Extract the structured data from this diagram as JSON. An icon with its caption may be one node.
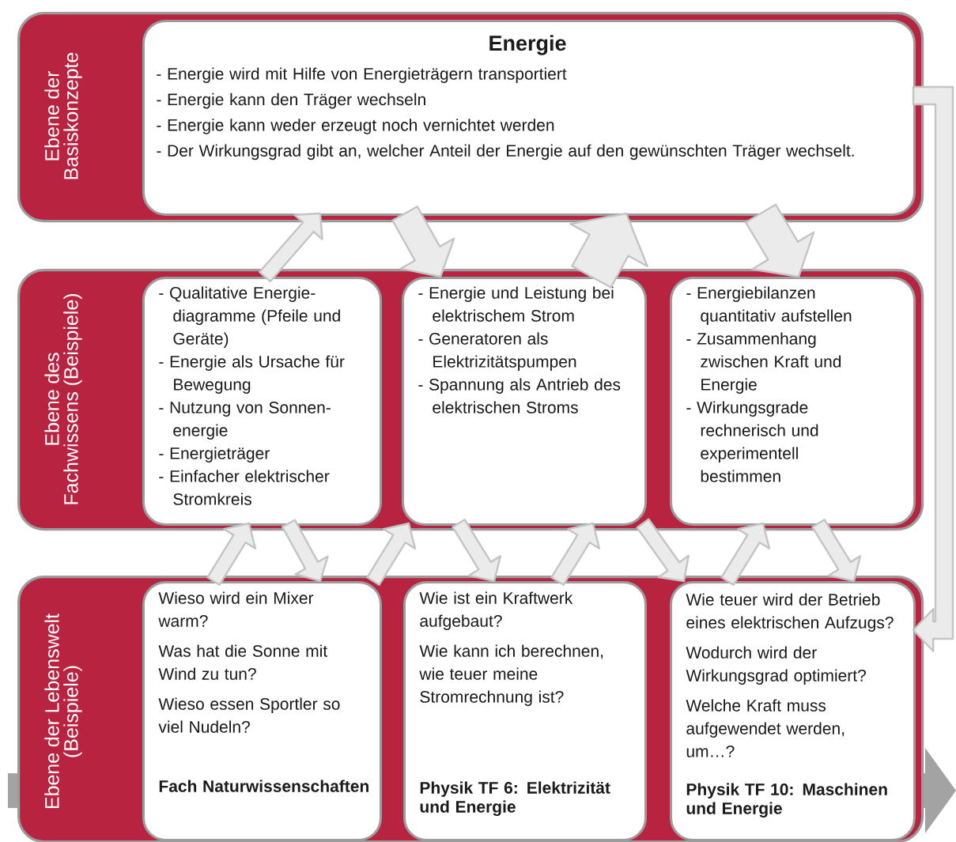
{
  "diagram": {
    "nodes": [
      {
        "text": [
          "Ebene der Basiskonzepte"
        ]
      },
      {
        "text": [
          "Energie",
          "- Energie wird mit Hilfe von Energieträgern transportiert",
          "- Energie kann den Träger wechseln",
          "- Energie kann weder erzeugt noch vernichtet werden",
          "- Der Wirkungsgrad gibt an, welcher Anteil der Energie auf den gewünschten Träger wechselt."
        ],
        "in": 0
      },
      {
        "text": [
          "Ebene des Fachwissens (Beispiele)"
        ]
      },
      {
        "text": [
          "- Qualitative Energie-diagramme (Pfeile und Geräte)",
          "- Energie als Ursache für Bewegung",
          "- Nutzung von Sonnen-energie",
          "- Energieträger",
          "- Einfacher elektrischer Stromkreis"
        ],
        "in": 2
      },
      {
        "text": [
          "- Energie und Leistung bei elektrischem Strom",
          "- Generatoren als Elektrizitätspumpen",
          "- Spannung als Antrieb des elektrischen Stroms"
        ],
        "in": 2
      },
      {
        "text": [
          "- Energiebilanzen quantitativ aufstellen",
          "- Zusammenhang zwischen Kraft und Energie",
          "- Wirkungsgrade rechnerisch und experimentell bestimmen"
        ],
        "in": 2
      },
      {
        "text": [
          "Ebene der Lebenswelt (Beispiele)"
        ]
      },
      {
        "text": [
          "Wieso wird ein Mixer warm?",
          "Was hat die Sonne mit Wind zu tun?",
          "Wieso essen Sportler so viel Nudeln?",
          "Fach Naturwissenschaften"
        ],
        "in": 6
      },
      {
        "text": [
          "Wie ist ein Kraftwerk aufgebaut?",
          "Wie kann ich berechnen, wie teuer meine Stromrechnung ist?",
          "Physik TF 6: Elektrizität und Energie"
        ],
        "in": 6
      },
      {
        "text": [
          "Wie teuer wird der Betrieb eines elektrischen Aufzugs?",
          "Wodurch wird der Wirkungsgrad optimiert?",
          "Welche Kraft muss aufgewendet werden, um…?",
          "Physik TF 10: Maschinen und Energie"
        ],
        "in": 6
      }
    ],
    "edges": [
      {
        "from": 3,
        "to": 1,
        "arrow": "to"
      },
      {
        "from": 1,
        "to": 4,
        "arrow": "to",
        "style": "thick"
      },
      {
        "from": 4,
        "to": 1,
        "arrow": "to",
        "style": "thick"
      },
      {
        "from": 1,
        "to": 5,
        "arrow": "to",
        "style": "thick"
      },
      {
        "from": 7,
        "to": 3,
        "arrow": "to"
      },
      {
        "from": 3,
        "to": 7,
        "arrow": "to"
      },
      {
        "from": 7,
        "to": 4,
        "arrow": "to"
      },
      {
        "from": 4,
        "to": 8,
        "arrow": "to"
      },
      {
        "from": 8,
        "to": 4,
        "arrow": "to"
      },
      {
        "from": 4,
        "to": 9,
        "arrow": "to"
      },
      {
        "from": 9,
        "to": 5,
        "arrow": "to"
      },
      {
        "from": 5,
        "to": 9,
        "arrow": "to"
      },
      {
        "from": 1,
        "to": 9,
        "arrow": "to"
      }
    ]
  }
}
